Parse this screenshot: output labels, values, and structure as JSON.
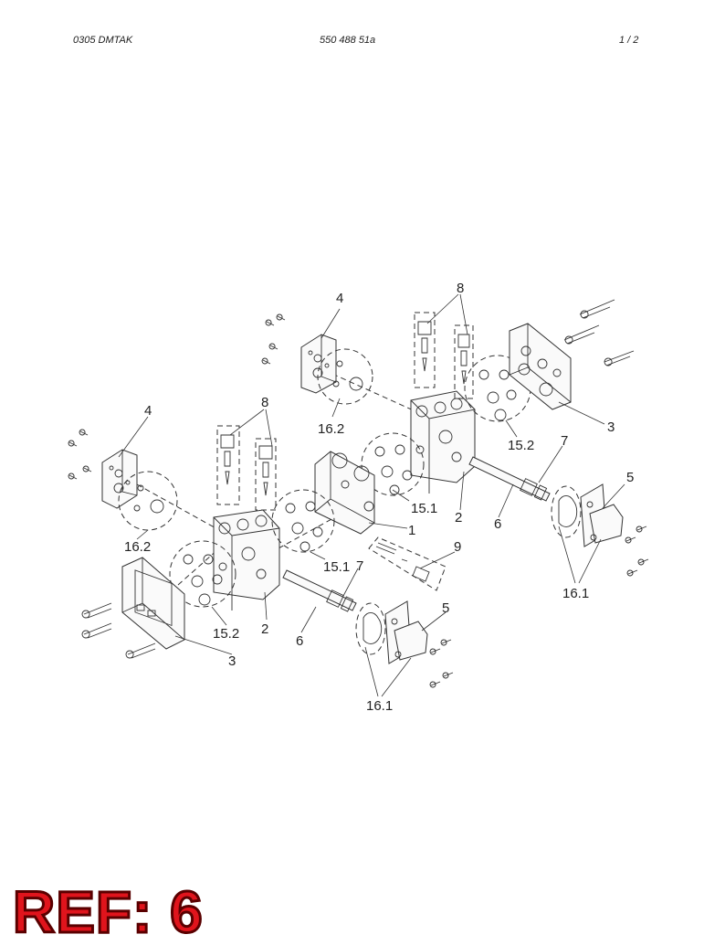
{
  "header": {
    "left": "0305 DMTAK",
    "center": "550 488 51a",
    "right": "1 /   2"
  },
  "labels": {
    "l4_top": "4",
    "l8_top": "8",
    "l16_2_top": "16.2",
    "l3_right": "3",
    "l15_2_top": "15.2",
    "l7_right": "7",
    "l5_right": "5",
    "l4_left": "4",
    "l8_left": "8",
    "l15_1_top": "15.1",
    "l2_right": "2",
    "l6_right": "6",
    "l1": "1",
    "l16_2_left": "16.2",
    "l9": "9",
    "l15_1_mid": "15.1",
    "l7_mid": "7",
    "l16_1_right": "16.1",
    "l5_mid": "5",
    "l15_2_left": "15.2",
    "l2_left": "2",
    "l6_left": "6",
    "l3_left": "3",
    "l16_1_bottom": "16.1"
  },
  "stamp": {
    "text": "REF: 6",
    "color": "#e0141c"
  }
}
